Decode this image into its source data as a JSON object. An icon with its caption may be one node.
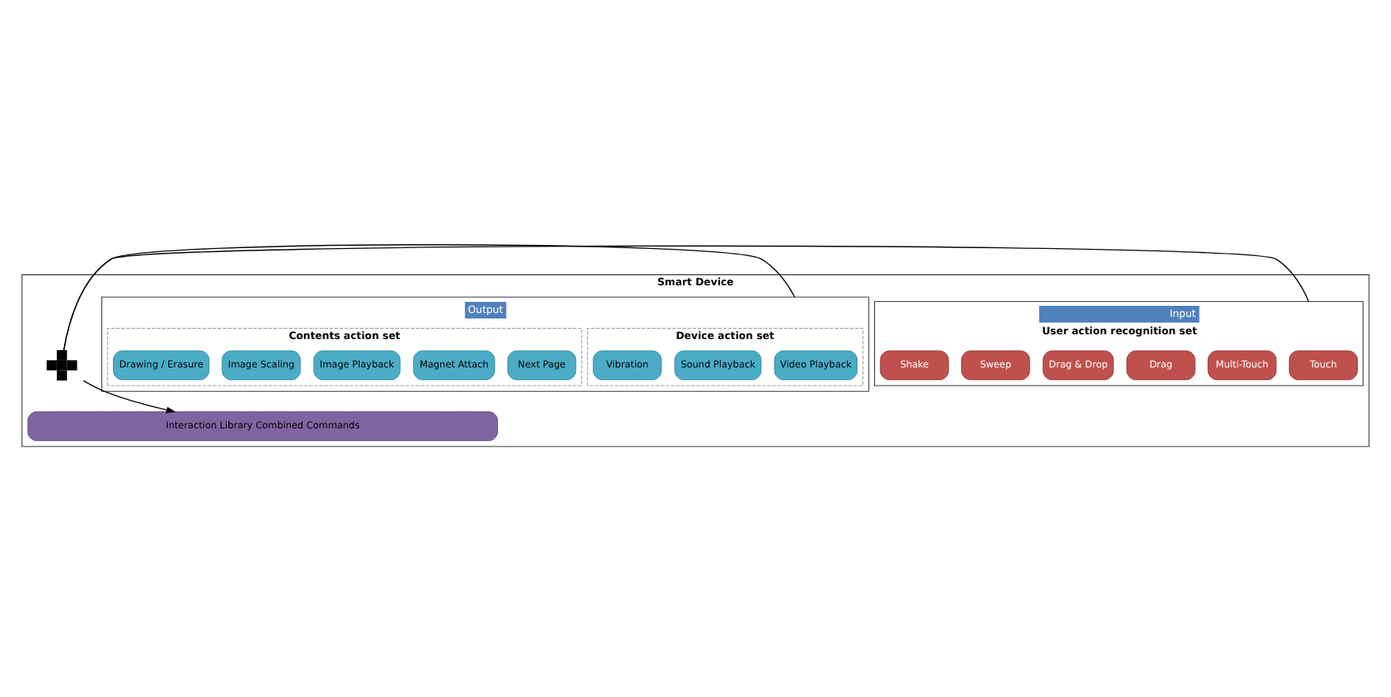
{
  "diagram": {
    "nodes": [
      {
        "text": [
          "Smart Device"
        ]
      },
      {
        "text": [
          "Input",
          "User action recognition set"
        ],
        "in": 0
      },
      {
        "text": [
          "Touch"
        ],
        "in": 1
      },
      {
        "text": [
          "Multi-Touch"
        ],
        "in": 1
      },
      {
        "text": [
          "Drag"
        ],
        "in": 1
      },
      {
        "text": [
          "Drag & Drop"
        ],
        "in": 1
      },
      {
        "text": [
          "Sweep"
        ],
        "in": 1
      },
      {
        "text": [
          "Shake"
        ],
        "in": 1
      },
      {
        "text": [
          "Output"
        ],
        "in": 0
      },
      {
        "text": [
          "Device action set"
        ],
        "in": 8
      },
      {
        "text": [
          "Video Playback"
        ],
        "in": 9
      },
      {
        "text": [
          "Sound Playback"
        ],
        "in": 9
      },
      {
        "text": [
          "Vibration"
        ],
        "in": 9
      },
      {
        "text": [
          "Contents action set"
        ],
        "in": 8
      },
      {
        "text": [
          "Next Page"
        ],
        "in": 13
      },
      {
        "text": [
          "Magnet Attach"
        ],
        "in": 13
      },
      {
        "text": [
          "Image Playback"
        ],
        "in": 13
      },
      {
        "text": [
          "Image Scaling"
        ],
        "in": 13
      },
      {
        "text": [
          "Drawing / Erasure"
        ],
        "in": 13
      },
      {
        "text": [],
        "shape": "plus",
        "in": 0
      },
      {
        "text": [
          "Interaction Library Combined Commands"
        ],
        "in": 0
      }
    ],
    "edges": [
      {
        "from": 1,
        "to": 19,
        "arrow": "none"
      },
      {
        "from": 8,
        "to": 19,
        "arrow": "none"
      },
      {
        "from": 19,
        "to": 20,
        "arrow": "to"
      }
    ]
  }
}
